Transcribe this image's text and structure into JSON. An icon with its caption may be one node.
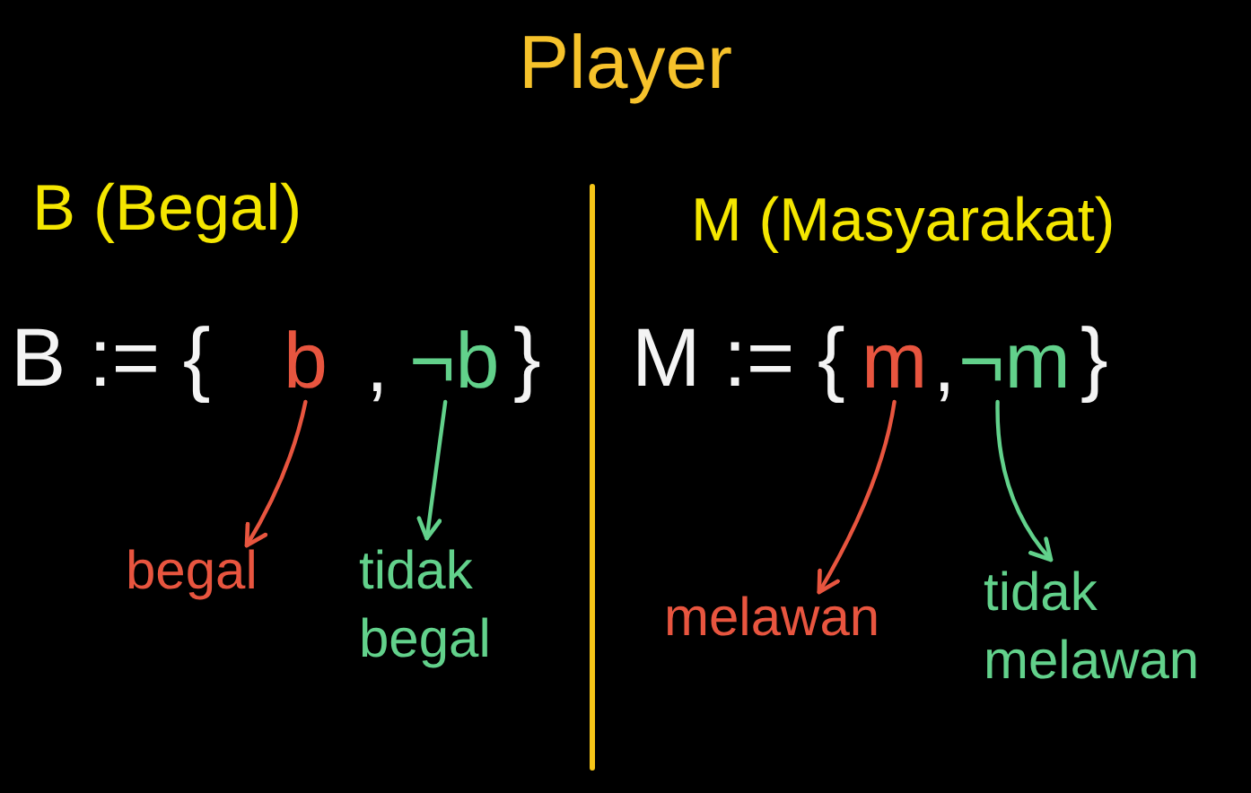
{
  "diagram": {
    "title": "Player",
    "nodes": [
      {
        "text": [
          "b"
        ]
      },
      {
        "text": [
          "¬b"
        ]
      },
      {
        "text": [
          "m"
        ]
      },
      {
        "text": [
          "¬m"
        ]
      },
      {
        "text": [
          "begal"
        ]
      },
      {
        "text": [
          "tidak begal"
        ]
      },
      {
        "text": [
          "melawan"
        ]
      },
      {
        "text": [
          "tidak melawan"
        ]
      }
    ],
    "edges": [
      {
        "from": 0,
        "to": 4,
        "arrow": "to",
        "color": "#e8553f"
      },
      {
        "from": 1,
        "to": 5,
        "arrow": "to",
        "color": "#62d18b"
      },
      {
        "from": 2,
        "to": 6,
        "arrow": "to",
        "color": "#e8553f"
      },
      {
        "from": 3,
        "to": 7,
        "arrow": "to",
        "color": "#62d18b"
      }
    ],
    "labels": [
      "B (Begal)",
      "M (Masyarakat)",
      "B := {",
      ",",
      "}",
      "M := {",
      ",",
      "}"
    ]
  }
}
